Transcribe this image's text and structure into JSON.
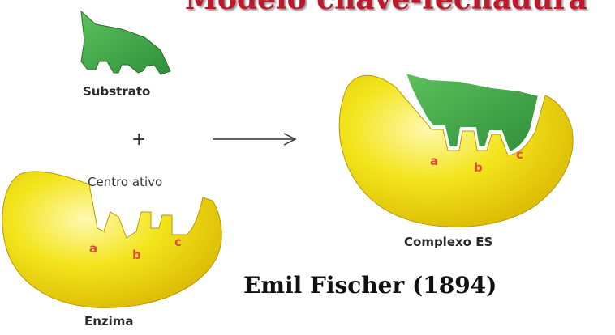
{
  "title": "Modelo chave-fechadura",
  "labels": {
    "substrate": "Substrato",
    "plus": "+",
    "active_site": "Centro ativo",
    "enzyme": "Enzima",
    "complex": "Complexo ES",
    "site_a": "a",
    "site_b": "b",
    "site_c": "c"
  },
  "author": "Emil Fischer (1894)",
  "colors": {
    "title": "#c0182a",
    "enzyme_fill": "#f2e21a",
    "substrate_fill": "#4fb24f",
    "site_letters": "#d94f3c"
  }
}
